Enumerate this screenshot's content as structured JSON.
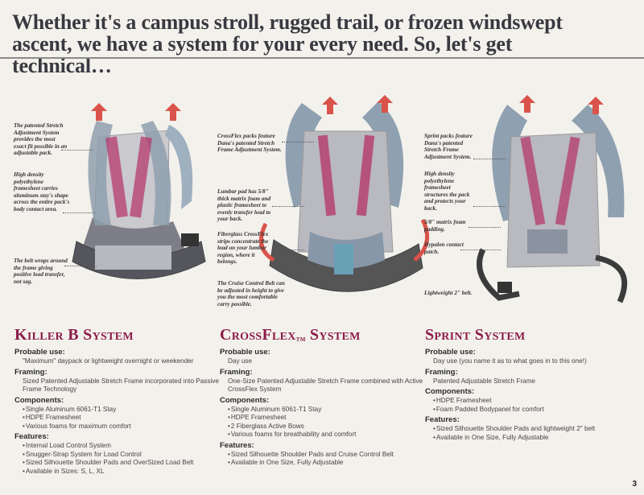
{
  "headline": "Whether it's a campus stroll, rugged trail, or frozen windswept ascent, we have a system for your every need. So, let's get technical…",
  "page_number": "3",
  "callouts": {
    "c1": "The patented Stretch Adjustment System provides the most exact fit possible in an adjustable pack.",
    "c2": "High density polyethylene framesheet carries aluminum stay's shape across the entire pack's body contact area.",
    "c3": "The belt wraps around the frame giving positive load transfer, not sag.",
    "c4": "CrossFlex packs feature Dana's patented Stretch Frame Adjustment System.",
    "c5": "Lumbar pad has 5/8\" thick matrix foam and plastic framesheet to evenly transfer load to your back.",
    "c6": "Fiberglass CrossFlex strips concentrate the load on your lumbar region, where it belongs.",
    "c7": "The Cruise Control Belt can be adjusted in height to give you the most comfortable carry possible.",
    "c8": "Sprint packs feature Dana's patented Stretch Frame Adjustment System.",
    "c9": "High density polyethylene framesheet structures the pack and protects your back.",
    "c10": "5/8\" matrix foam padding.",
    "c11": "Hypalon contact patch.",
    "c12": "Lightweight 2\" belt."
  },
  "systems": [
    {
      "title": "Killer B System",
      "probable_use_label": "Probable use:",
      "probable_use": "\"Maximum\" daypack or lightweight overnight or weekender",
      "framing_label": "Framing:",
      "framing": "Sized Patented Adjustable Stretch Frame incorporated into Passive Frame Technology",
      "components_label": "Components:",
      "components": [
        "Single Aluminum 6061-T1 Stay",
        "HDPE Framesheet",
        "Various foams for maximum comfort"
      ],
      "features_label": "Features:",
      "features": [
        "Internal Load Control System",
        "Snugger-Strap System for Load Control",
        "Sized Silhouette Shoulder Pads and OverSized Load Belt",
        "Available in Sizes: S, L, XL"
      ]
    },
    {
      "title": "CrossFlex",
      "title_mark": "TM",
      "title_suffix": " System",
      "probable_use_label": "Probable use:",
      "probable_use": "Day use",
      "framing_label": "Framing:",
      "framing": "One-Size Patented Adjustable Stretch Frame combined with Active CrossFlex System",
      "components_label": "Components:",
      "components": [
        "Single Aluminum 6061-T1 Stay",
        "HDPE Framesheet",
        "2 Fiberglass Active Bows",
        "Various foams for breathability and comfort"
      ],
      "features_label": "Features:",
      "features": [
        "Sized Silhouette Shoulder Pads and Cruise Control Belt",
        "Available in One Size, Fully Adjustable"
      ]
    },
    {
      "title": "Sprint System",
      "probable_use_label": "Probable use:",
      "probable_use": "Day use (you name it as to what goes in to this one!)",
      "framing_label": "Framing:",
      "framing": "Patented Adjustable Stretch Frame",
      "components_label": "Components:",
      "components": [
        "HDPE Framesheet",
        "Foam Padded Bodypanel for comfort"
      ],
      "features_label": "Features:",
      "features": [
        "Sized Silhouette Shoulder Pads and lightweight 2\" belt",
        "Available in One Size, Fully Adjustable"
      ]
    }
  ],
  "colors": {
    "title_accent": "#8c1d4a",
    "arrow_red": "#d9534a",
    "frame_magenta": "#b43a6c"
  }
}
